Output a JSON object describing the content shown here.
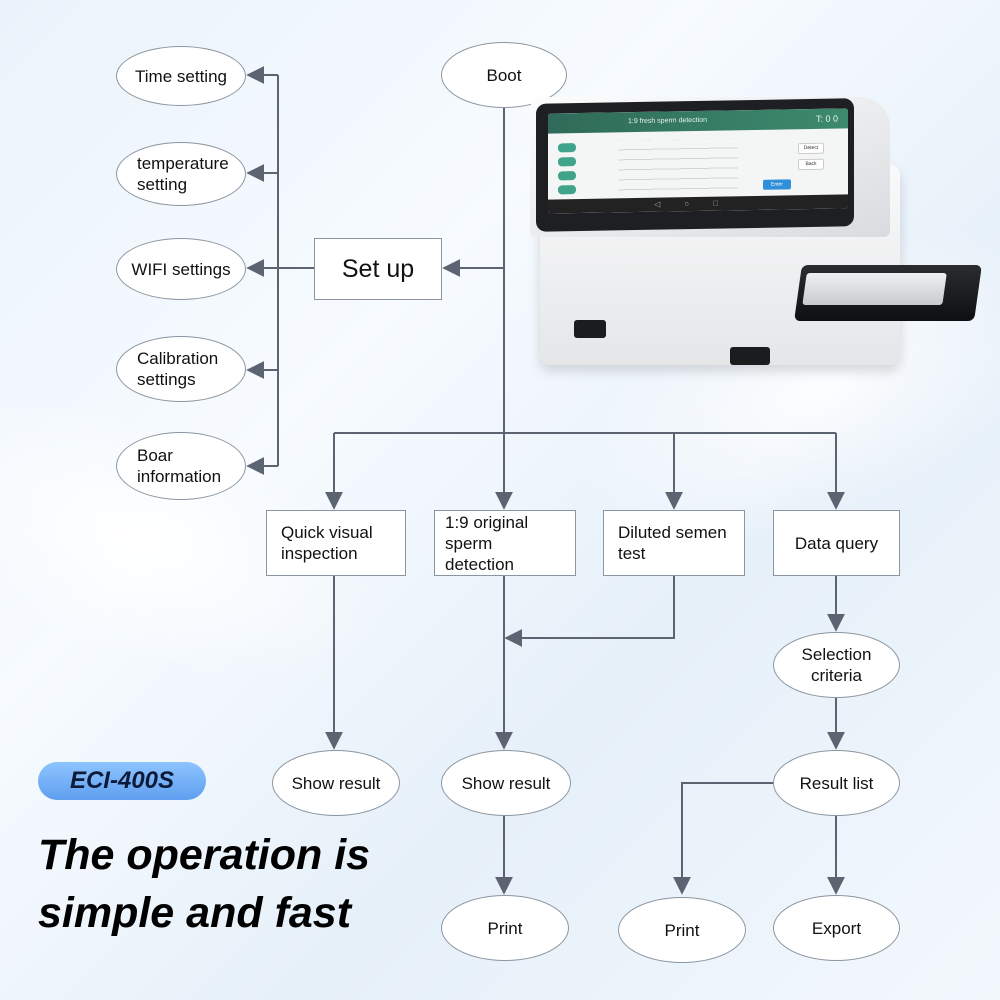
{
  "nodes": {
    "boot": "Boot",
    "set_up": "Set up",
    "time_setting": "Time setting",
    "temperature_setting": "temperature\nsetting",
    "wifi_settings": "WIFI settings",
    "calibration_settings": "Calibration\nsettings",
    "boar_information": "Boar\ninformation",
    "quick_visual_inspection": "Quick visual\ninspection",
    "original_sperm_detection": "1:9 original\nsperm detection",
    "diluted_semen_test": "Diluted semen\ntest",
    "data_query": "Data query",
    "selection_criteria": "Selection\ncriteria",
    "show_result_1": "Show result",
    "show_result_2": "Show result",
    "result_list": "Result list",
    "print_1": "Print",
    "print_2": "Print",
    "export": "Export"
  },
  "badge": "ECI-400S",
  "tagline": "The operation is\nsimple and fast",
  "device_screen": {
    "title": "1:9 fresh sperm detection",
    "time": "T: 0 0",
    "detect_button": "Detect",
    "back_button": "Back",
    "enter_button": "Enter"
  },
  "colors": {
    "line": "#5b6470",
    "node_border": "#8c96a0",
    "badge": "#6aa9f4"
  }
}
